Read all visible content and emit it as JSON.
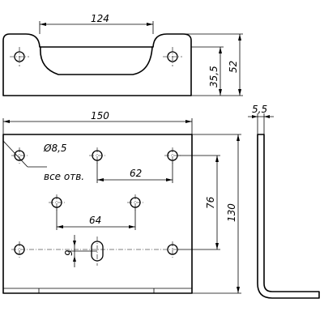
{
  "top_view": {
    "dim_width": "124",
    "dim_height_inner": "35,5",
    "dim_height_total": "52"
  },
  "front_view": {
    "dim_width": "150",
    "dim_height": "130",
    "dim_hole_spacing_upper": "62",
    "dim_hole_spacing_lower": "64",
    "dim_vertical_spacing": "76",
    "dim_slot": "9",
    "hole_callout": "Ø8,5",
    "hole_note": "все отв."
  },
  "side_view": {
    "dim_thickness": "5,5"
  }
}
